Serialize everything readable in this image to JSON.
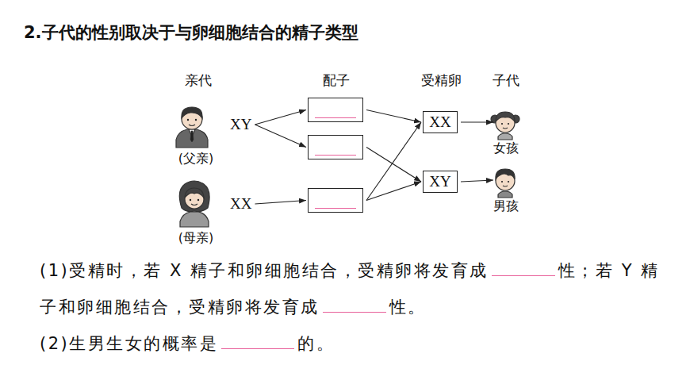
{
  "diagram": {
    "title": "2.子代的性别取决于与卵细胞结合的精子类型",
    "nodes": [
      {
        "text": [
          "(父亲)",
          "XY"
        ]
      },
      {
        "text": [
          "(母亲)",
          "XX"
        ]
      },
      {
        "text": []
      },
      {
        "text": []
      },
      {
        "text": []
      },
      {
        "text": [
          "XX"
        ]
      },
      {
        "text": [
          "XY"
        ]
      },
      {
        "text": [
          "女孩"
        ]
      },
      {
        "text": [
          "男孩"
        ]
      }
    ],
    "edges": [
      {
        "from": 0,
        "to": 2,
        "arrow": "to"
      },
      {
        "from": 0,
        "to": 3,
        "arrow": "to"
      },
      {
        "from": 1,
        "to": 4,
        "arrow": "to"
      },
      {
        "from": 2,
        "to": 5,
        "arrow": "to"
      },
      {
        "from": 3,
        "to": 6,
        "arrow": "to"
      },
      {
        "from": 4,
        "to": 5,
        "arrow": "to"
      },
      {
        "from": 4,
        "to": 6,
        "arrow": "to"
      },
      {
        "from": 5,
        "to": 7,
        "arrow": "to"
      },
      {
        "from": 6,
        "to": 8,
        "arrow": "to"
      }
    ],
    "labels": [
      "亲代",
      "配子",
      "受精卵",
      "子代",
      "(1)受精时，若 X 精子和卵细胞结合，受精卵将发育成",
      "性；若 Y 精子和卵细胞结合，受精卵将发育成",
      "性。",
      "(2)生男生女的概率是",
      "的。"
    ]
  }
}
